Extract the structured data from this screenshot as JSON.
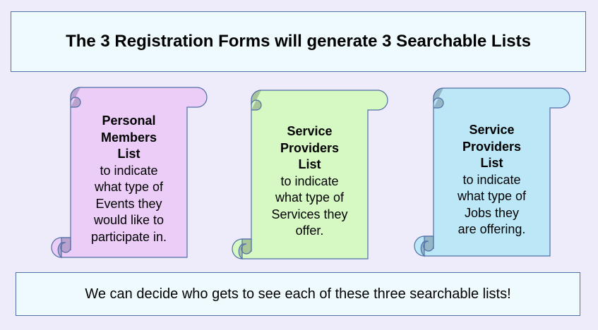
{
  "title": "The 3 Registration Forms will generate 3 Searchable Lists",
  "footer": "We can decide who gets to see each of these three searchable lists!",
  "scrolls": [
    {
      "title_lines": [
        "Personal",
        "Members",
        "List"
      ],
      "desc_lines": [
        "to indicate",
        "what type of",
        "Events they",
        "would like to",
        "participate in."
      ],
      "fill": "#ebcdf7",
      "curl": "#b9a2cd"
    },
    {
      "title_lines": [
        "Service",
        "Providers",
        "List"
      ],
      "desc_lines": [
        "to indicate",
        "what type of",
        "Services they",
        "offer."
      ],
      "fill": "#d6f8c3",
      "curl": "#a9c69b"
    },
    {
      "title_lines": [
        "Service",
        "Providers",
        "List"
      ],
      "desc_lines": [
        "to indicate",
        "what type of",
        "Jobs they",
        "are offering."
      ],
      "fill": "#bbe7f7",
      "curl": "#94b6c6"
    }
  ]
}
